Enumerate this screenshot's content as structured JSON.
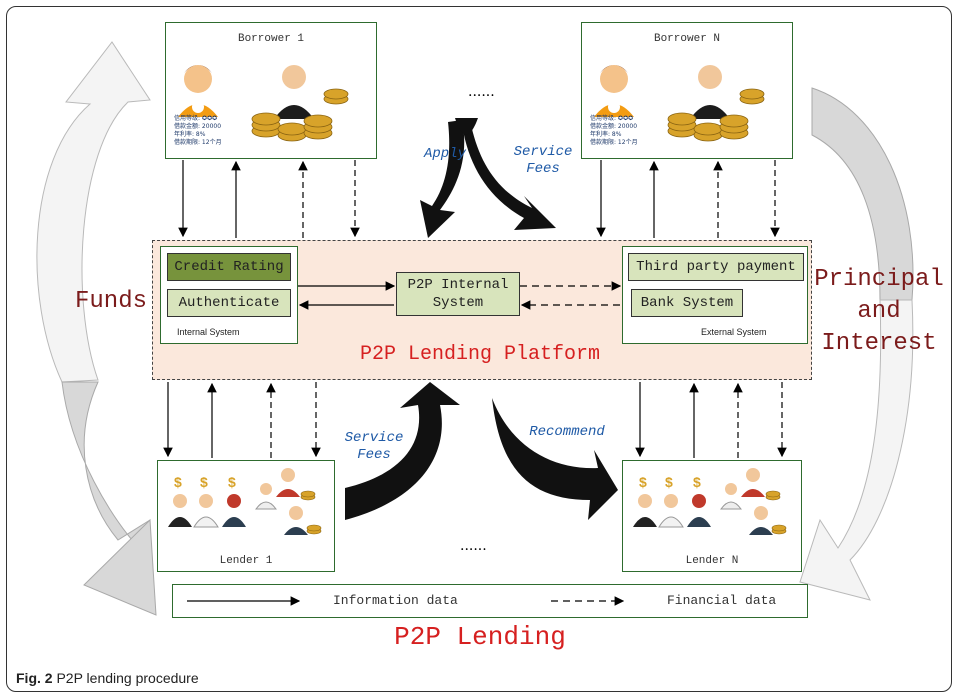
{
  "borrowers": [
    {
      "title": "Borrower 1"
    },
    {
      "title": "Borrower N"
    }
  ],
  "borrower_card_lines": [
    "信用等级: ✪✪✪",
    "借款金额: 20000",
    "年利率: 8%",
    "借款期限: 12个月"
  ],
  "ellipsis_top": "......",
  "ellipsis_bottom": "......",
  "lenders": [
    {
      "title": "Lender 1"
    },
    {
      "title": "Lender N"
    }
  ],
  "arrows": {
    "apply": "Apply",
    "service_fees_top": "Service\nFees",
    "service_fees_bottom": "Service\nFees",
    "recommend": "Recommend"
  },
  "side_labels": {
    "funds": "Funds",
    "principal": "Principal\nand\nInterest"
  },
  "platform": {
    "title": "P2P Lending Platform",
    "internal": {
      "items": [
        "Credit Rating",
        "Authenticate"
      ],
      "caption": "Internal System"
    },
    "center": "P2P Internal\nSystem",
    "external": {
      "items": [
        "Third party payment",
        "Bank System"
      ],
      "caption": "External System"
    }
  },
  "legend": {
    "solid": "Information data",
    "dashed": "Financial data"
  },
  "main_title": "P2P Lending",
  "caption": {
    "fig": "Fig. 2",
    "text": "P2P lending procedure"
  },
  "colors": {
    "platform_bg": "#fbe8dc",
    "green_fill": "#d8e4bc",
    "credit_fill": "#77933c",
    "title_red": "#d62020",
    "label_blue": "#1f5aa6",
    "side_red": "#7b1b1b"
  }
}
